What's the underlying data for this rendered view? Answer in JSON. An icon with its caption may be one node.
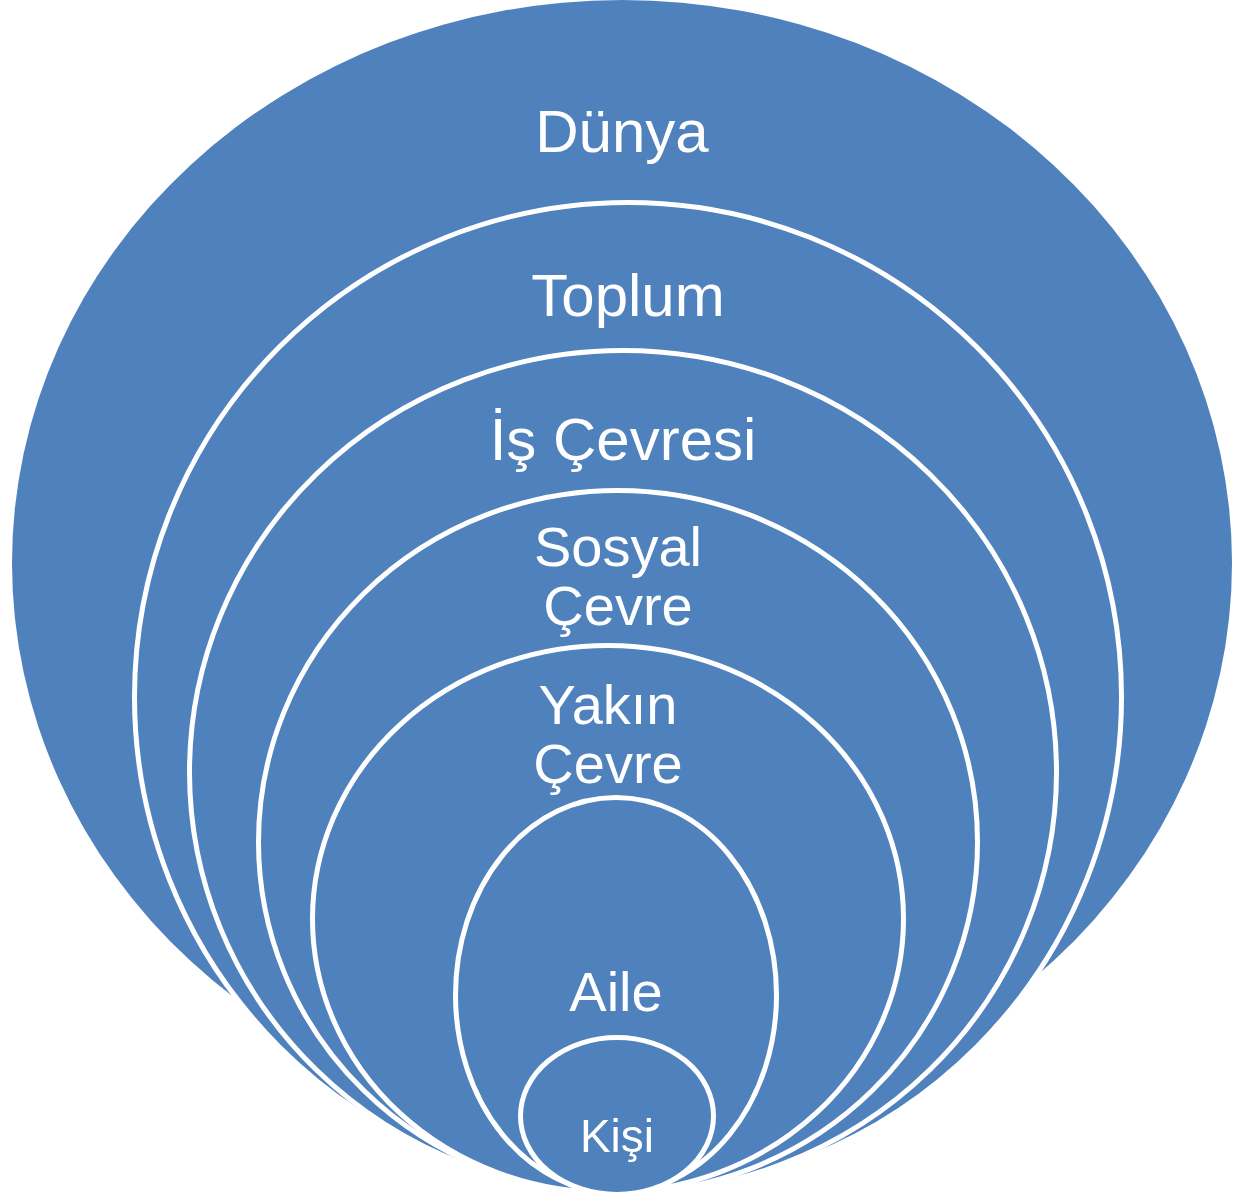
{
  "diagram": {
    "nodes": [
      {
        "text": [
          "Dünya"
        ]
      },
      {
        "text": [
          "Toplum"
        ],
        "in": 0
      },
      {
        "text": [
          "İş Çevresi"
        ],
        "in": 1
      },
      {
        "text": [
          "Sosyal Çevre"
        ],
        "in": 2
      },
      {
        "text": [
          "Yakın Çevre"
        ],
        "in": 3
      },
      {
        "text": [
          "Aile"
        ],
        "in": 4
      },
      {
        "text": [
          "Kişi"
        ],
        "in": 5
      }
    ]
  }
}
